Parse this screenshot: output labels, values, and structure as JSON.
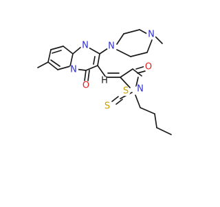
{
  "molecule": {
    "atoms": {
      "n_pyrimidine": {
        "label": "N",
        "color": "#2f2fd1"
      },
      "n_ring_fusion": {
        "label": "N",
        "color": "#2f2fd1"
      },
      "o_pyrimidinone": {
        "label": "O",
        "color": "#e02020"
      },
      "n_piperazine_1": {
        "label": "N",
        "color": "#2f2fd1"
      },
      "n_piperazine_4": {
        "label": "N",
        "color": "#2f2fd1"
      },
      "s_thiazolidine": {
        "label": "S",
        "color": "#c9a100"
      },
      "n_thiazolidine": {
        "label": "N",
        "color": "#2f2fd1"
      },
      "o_thiazolidinone": {
        "label": "O",
        "color": "#e02020"
      },
      "s_thione": {
        "label": "S",
        "color": "#c9a100"
      },
      "h_methylidene": {
        "label": "H",
        "color": "#1a1a1a"
      }
    }
  }
}
